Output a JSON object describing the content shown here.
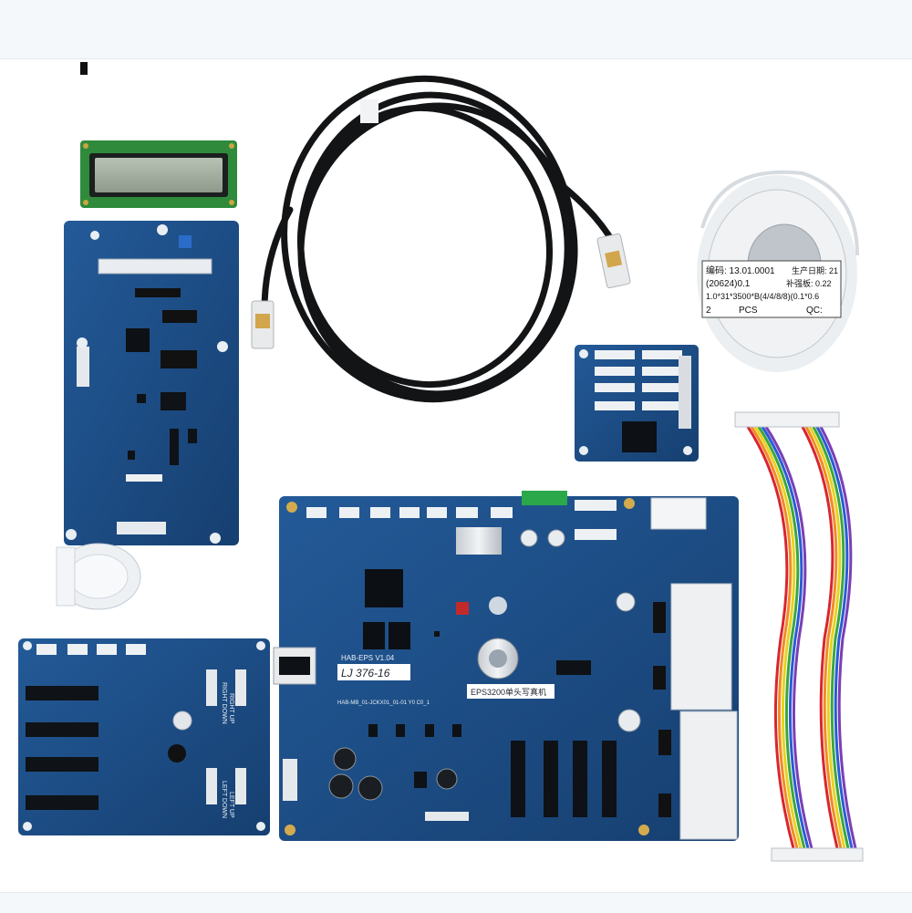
{
  "photo": {
    "board_main": {
      "model_text": "HAB-EPS V1.04",
      "sticker_text": "LJ 376-16",
      "product_label": "EPS3200单头写真机",
      "sub_text": "HAB-MB_01-JCKX01_01-01 Y0 C0_1"
    },
    "tape_label": {
      "line1": "编码: 13.01.0001",
      "line1b": "生产日期: 21",
      "line2": "(20624)0.1",
      "line2b": "补强板: 0.22",
      "line3": "1.0*31*3500*B(4/4/8/8)(0.1*0.6",
      "line4a": "2",
      "line4b": "PCS",
      "line4c": "QC:"
    },
    "head_board": {
      "labels": [
        "RIGHT UP",
        "RIGHT DOWN",
        "LEFT UP",
        "LEFT DOWN"
      ]
    },
    "colors": {
      "pcb": "#1d4f8a",
      "pcb_dark": "#163f70",
      "cable": "#121416",
      "background": "#ffffff"
    }
  }
}
